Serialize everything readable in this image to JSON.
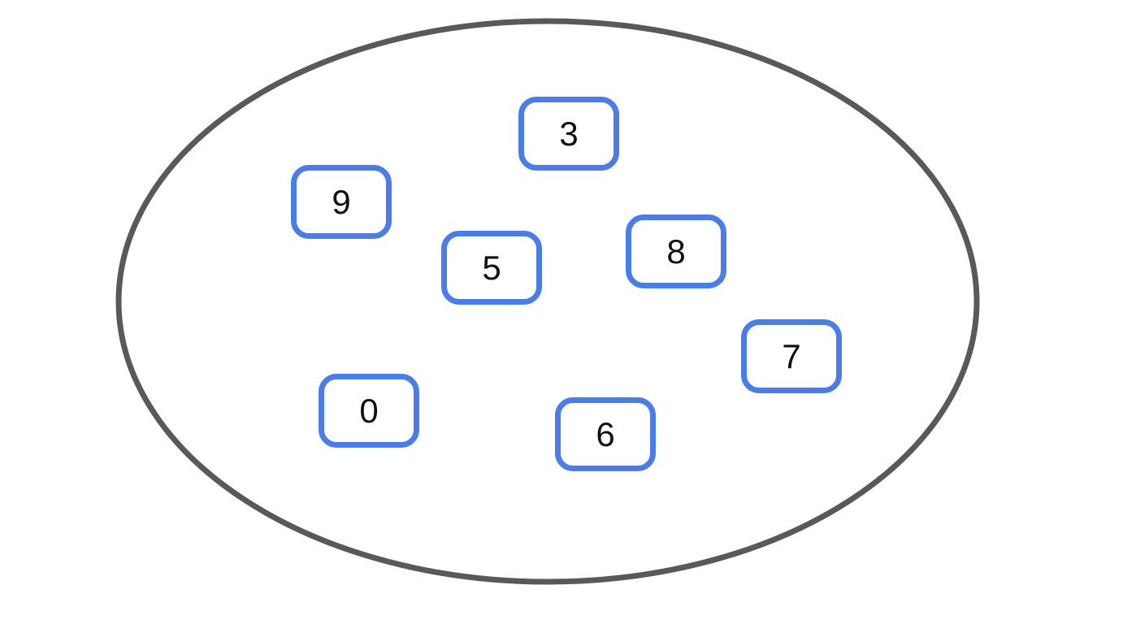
{
  "diagram": {
    "description": "Oval set containing number cards",
    "shape": "ellipse",
    "cards": [
      {
        "value": "3"
      },
      {
        "value": "9"
      },
      {
        "value": "5"
      },
      {
        "value": "8"
      },
      {
        "value": "7"
      },
      {
        "value": "0"
      },
      {
        "value": "6"
      }
    ]
  },
  "colors": {
    "background": "#ffffff",
    "ellipse_stroke": "#595959",
    "card_border": "#4a7de8",
    "card_fill": "#ffffff",
    "number_text": "#111111"
  }
}
